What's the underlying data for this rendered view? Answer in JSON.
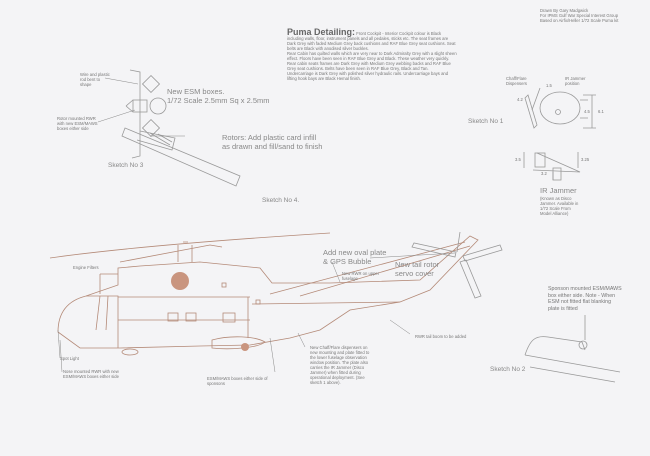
{
  "header": {
    "lines": [
      "Drawn By Gary Madgwick",
      "For IPMS Gulf War Special Interest Group",
      "Based on Airfix/Heller 1/72 Scale Puma kit"
    ]
  },
  "detailing": {
    "title": "Puma Detailing:",
    "body": "Front Cockpit - Interior Cockpit colour is Black including walls, floor, instrument panels and all pedales, sticks etc. The seat frames are Dark Grey with faded Medium Grey back cushions and RAF Blue Grey seat cushions. Seat belts are Black with anodised silver buckles.",
    "rear": "Rear Cabin has quilted walls which are very near to Dark Admiralty Grey with a slight sheen effect. Floors have been seen in RAF Blue Grey and Black. These weather very quickly. Rear cabin seats frames are Dark Grey with Medium Grey webbing backs and RAF Blue Grey seat cushions. Belts have been seen in RAF Blue Grey, Black and Tan.",
    "undercarriage": "Undercarriage is Dark Grey with polished silver hydraulic rails. Undercarriage bays and lifting hook bays are Black Hemal finish."
  },
  "sketch3": {
    "wire": "Wire and plastic rod bent to shape",
    "esm1": "New ESM boxes.",
    "esm2": "1/72 Scale 2.5mm Sq x 2.5mm",
    "rotor": "Rotor mounted RWR with new ESM/MAWS boxes either side",
    "label": "Sketch No 3"
  },
  "sketch4": {
    "note1": "Rotors: Add plastic card infill",
    "note2": "as drawn and fill/sand to finish",
    "label": "Sketch No 4."
  },
  "sketch1": {
    "chaff": "Chaff/Flare Dispensers",
    "jammer_pos": "IR Jammer position",
    "d1": "1.5",
    "d2": "4.2",
    "d3": "4.5",
    "d4": "6.1",
    "d5": "3.5",
    "d6": "3.2",
    "d7": "3.25",
    "label": "Sketch No 1",
    "ir_title": "IR Jammer",
    "ir_note": "(Known as Disco Jammer. Available in 1/72 Scale From Model Alliance)"
  },
  "heli": {
    "engine": "Engine Filters",
    "spot": "Spot Light",
    "nose": "Nose mounted RWR with new ESM/MAWS boxes either side",
    "sponson": "ESM/MAWS boxes either side of sponsons",
    "oval1": "Add new oval plate",
    "oval2": "& GPS Bubble",
    "upper": "New RWR on upper fuselage",
    "servo1": "New tail rotor",
    "servo2": "servo cover",
    "tail": "RWR tail boom to be added",
    "chaff": "New Chaff/Flare dispensers on new mounting and plate fitted to the lower fuselage observation window position. The plate also carries the IR Jammer (Disco Jammer) when fitted during operational deployment. (See sketch 1 above)."
  },
  "sketch2": {
    "note": "Sponson mounted ESM/MAWS box either side. Note - When ESM not fitted flat blanking plate is fitted",
    "label": "Sketch No 2"
  },
  "colors": {
    "line": "#b48a78",
    "accent": "#c08a74"
  }
}
